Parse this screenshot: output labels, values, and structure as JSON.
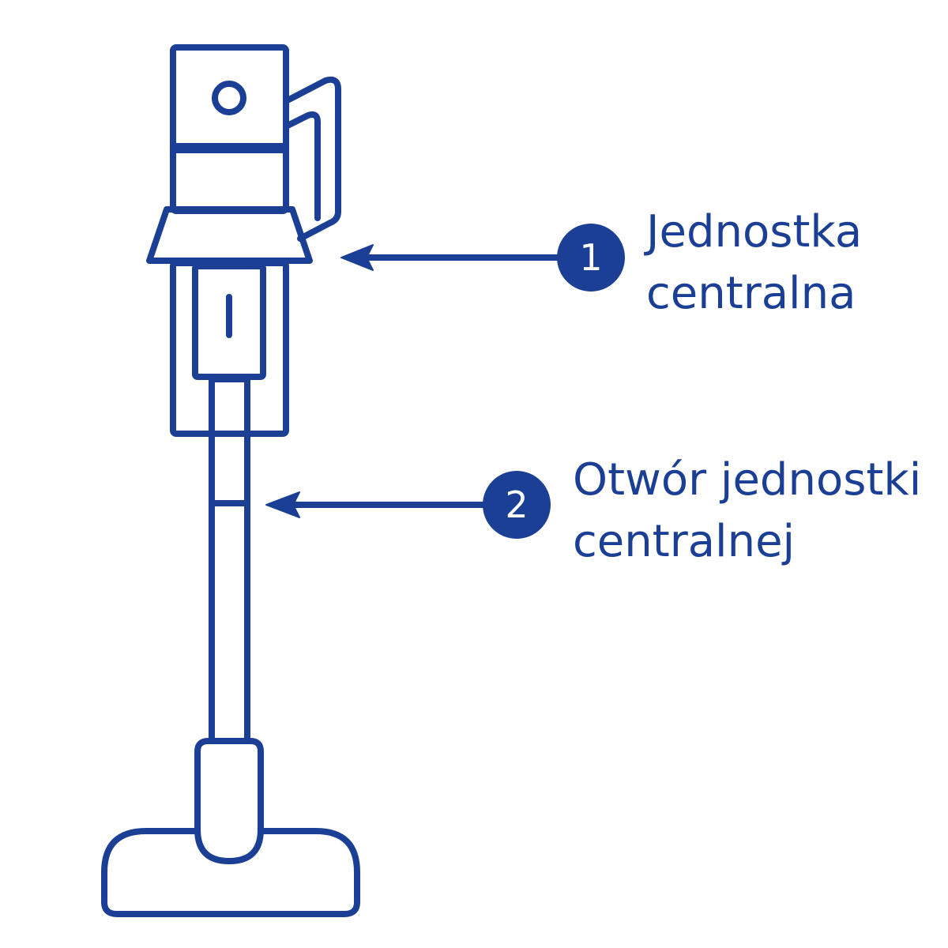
{
  "colors": {
    "line": "#1a3f95",
    "badge_bg": "#1a3f95",
    "badge_text": "#ffffff",
    "background": "#ffffff"
  },
  "callouts": [
    {
      "number": "1",
      "line1": "Jednostka",
      "line2": "centralna"
    },
    {
      "number": "2",
      "line1": "Otwór jednostki",
      "line2": "centralnej"
    }
  ]
}
